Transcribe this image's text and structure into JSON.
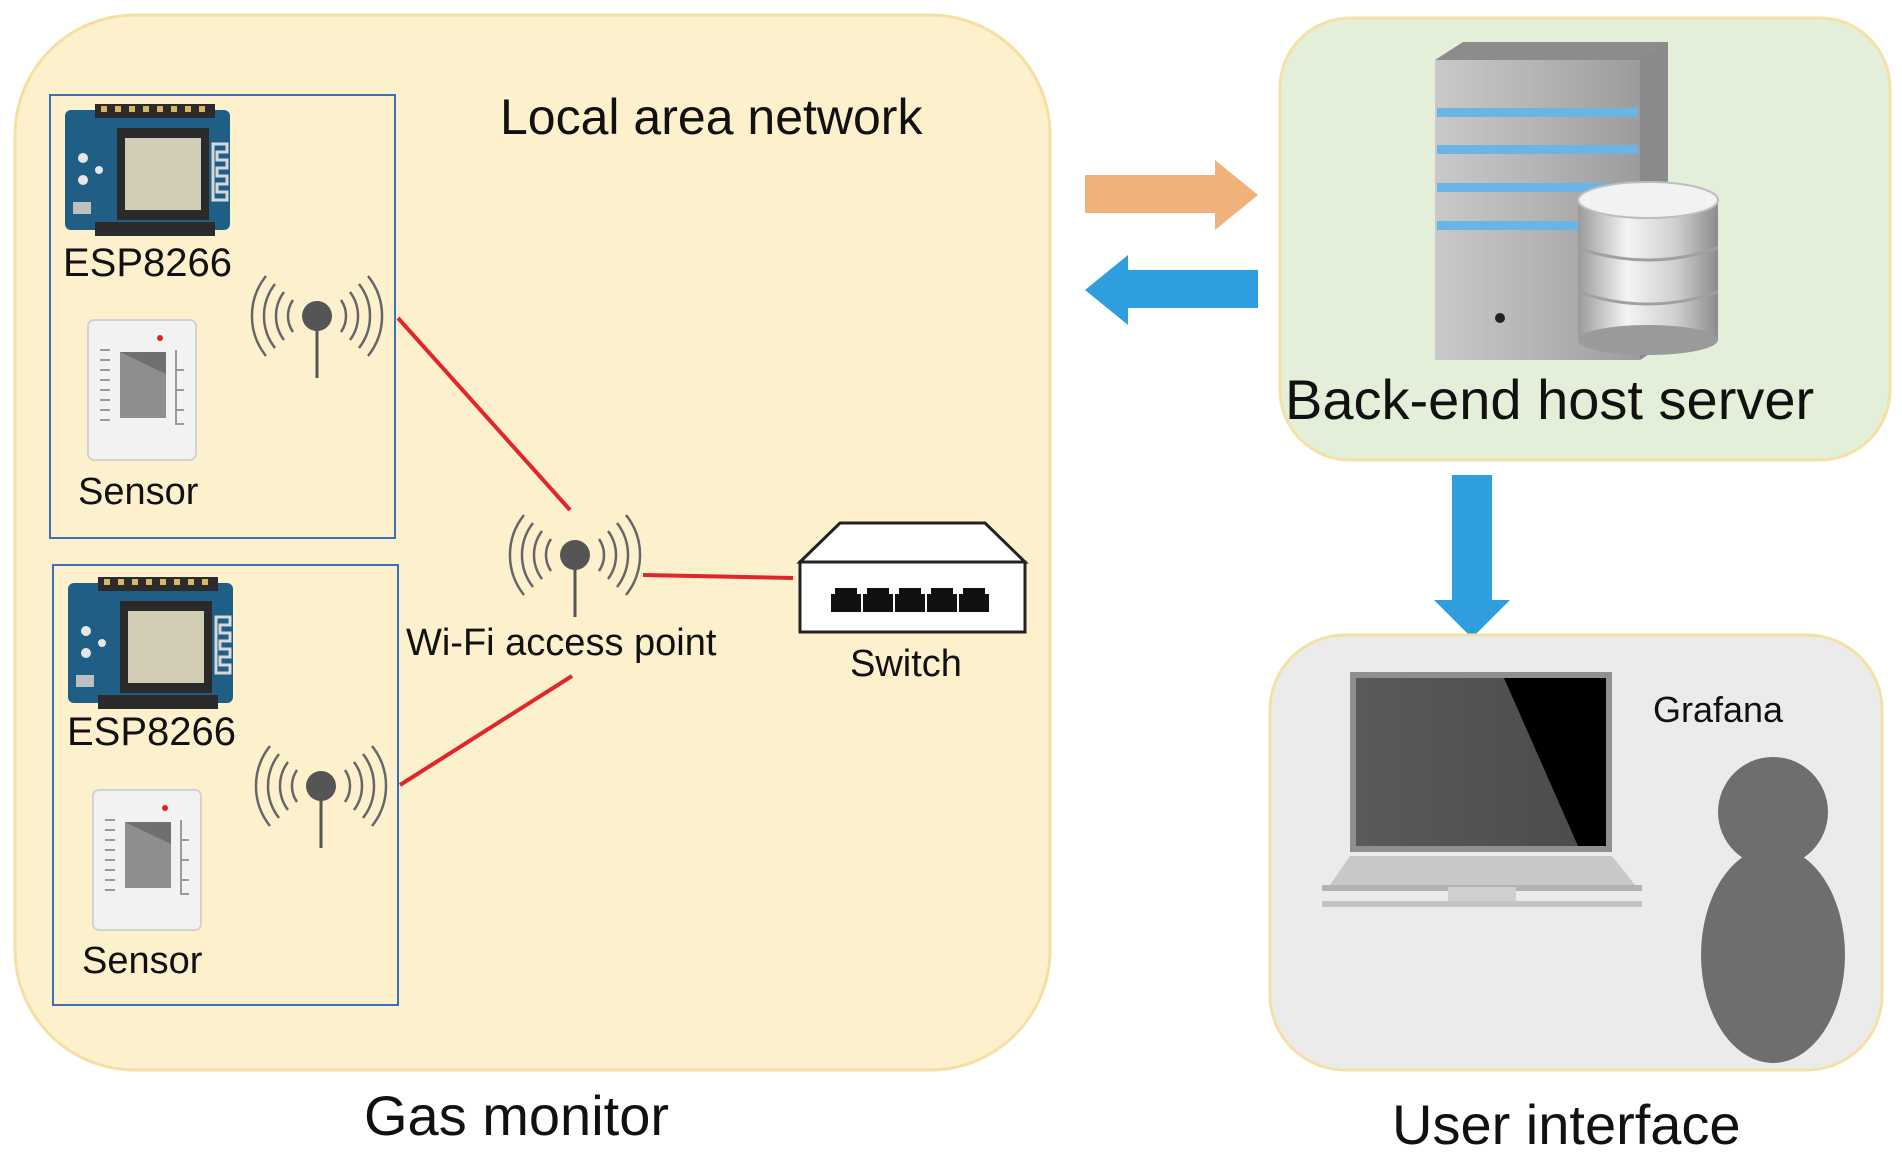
{
  "labels": {
    "lan_title": "Local area network",
    "gas_monitor": "Gas monitor",
    "user_interface": "User interface",
    "server": "Back-end host server",
    "grafana": "Grafana",
    "wifi_ap": "Wi-Fi access point",
    "switch": "Switch",
    "esp_top": "ESP8266",
    "sensor_top": "Sensor",
    "esp_bottom": "ESP8266",
    "sensor_bottom": "Sensor"
  },
  "colors": {
    "lan_fill": "#fdf0cd",
    "lan_border": "#f5dfa1",
    "server_fill": "#e3efd9",
    "ui_fill": "#ebebeb",
    "node_border": "#3b6fb6",
    "link": "#e0262b",
    "arrow_orange": "#f0b27a",
    "arrow_blue": "#2f9ede"
  },
  "icons": [
    "esp8266-board-icon",
    "sensor-device-icon",
    "wifi-antenna-icon",
    "network-switch-icon",
    "server-tower-icon",
    "database-icon",
    "laptop-icon",
    "user-silhouette-icon"
  ]
}
